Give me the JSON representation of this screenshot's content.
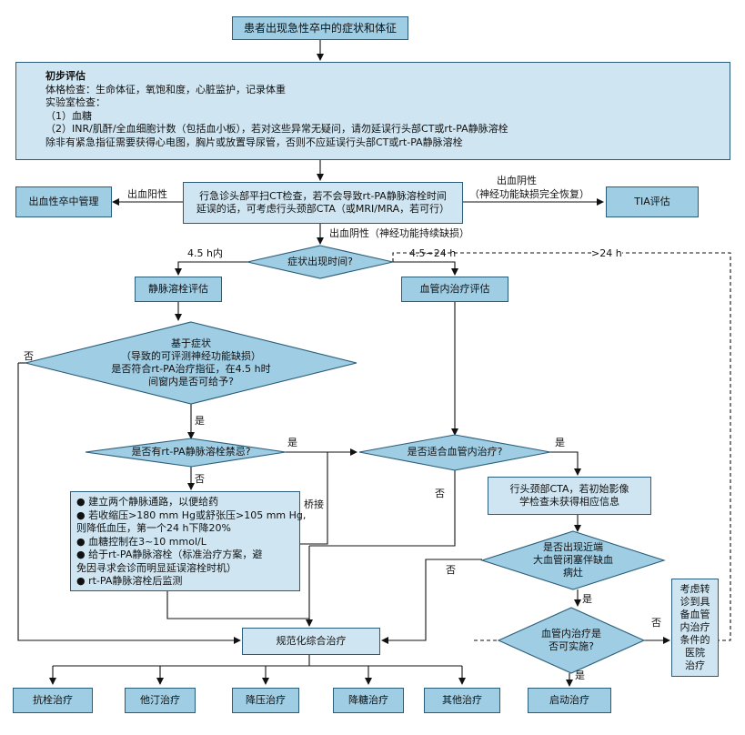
{
  "nodes": {
    "start": "患者出现急性卒中的症状和体征",
    "initial_assessment": {
      "title": "初步评估",
      "lines": [
        "体格检查：生命体征，氧饱和度，心脏监护，记录体重",
        "实验室检查：",
        "（1）血糖",
        "（2）INR/肌酐/全血细胞计数（包括血小板），若对这些异常无疑问，请勿延误行头部CT或rt-PA静脉溶栓",
        "除非有紧急指征需要获得心电图，胸片或放置导尿管，否则不应延误行头部CT或rt-PA静脉溶栓"
      ]
    },
    "ct": [
      "行急诊头部平扫CT检查，若不会导致rt-PA静脉溶栓时间",
      "延误的话，可考虑行头颈部CTA（或MRI/MRA，若可行）"
    ],
    "hemorrhagic": "出血性卒中管理",
    "tia": "TIA评估",
    "onset_time": "症状出现时间?",
    "iv_eval": "静脉溶栓评估",
    "endo_eval": "血管内治疗评估",
    "symptom_check": [
      "基于症状",
      "（导致的可评测神经功能缺损）",
      "是否符合rt-PA治疗指征，在4.5 h时",
      "间窗内是否可给予?"
    ],
    "contraindication": "是否有rt-PA静脉溶栓禁忌?",
    "endo_suitable": "是否适合血管内治疗?",
    "protocol": [
      "● 建立两个静脉通路，以便给药",
      "● 若收缩压>180 mm Hg或舒张压>105 mm Hg,",
      "   则降低血压，第一个24 h下降20%",
      "● 血糖控制在3~10 mmol/L",
      "● 给于rt-PA静脉溶栓（标准治疗方案，避",
      "   免因寻求会诊而明显延误溶栓时机）",
      "● rt-PA静脉溶栓后监测"
    ],
    "cta": [
      "行头颈部CTA，若初始影像",
      "学检查未获得相应信息"
    ],
    "lvo": [
      "是否出现近端",
      "大血管闭塞伴缺血",
      "病灶"
    ],
    "endo_feasible": [
      "血管内治疗是",
      "否可实施?"
    ],
    "transfer": [
      "考虑转",
      "诊到具",
      "备血管",
      "内治疗",
      "条件的",
      "医院",
      "治疗"
    ],
    "standard": "规范化综合治疗",
    "antithrombotic": "抗栓治疗",
    "statin": "他汀治疗",
    "bp": "降压治疗",
    "glucose": "降糖治疗",
    "other": "其他治疗",
    "start_tx": "启动治疗"
  },
  "labels": {
    "hem_pos": "出血阳性",
    "hem_neg_top": "出血阴性",
    "neuro_recover": "（神经功能缺损完全恢复）",
    "hem_neg_persist": "出血阴性（神经功能持续缺损）",
    "within_45": "4.5 h内",
    "range_45_24": "4.5~24 h",
    "over_24": ">24 h",
    "no1": "否",
    "yes1": "是",
    "no2": "否",
    "yes2": "是",
    "yes3": "是",
    "bridge": "桥接",
    "no3": "否",
    "no4": "否",
    "yes4": "是",
    "no5": "否",
    "yes5": "是"
  }
}
